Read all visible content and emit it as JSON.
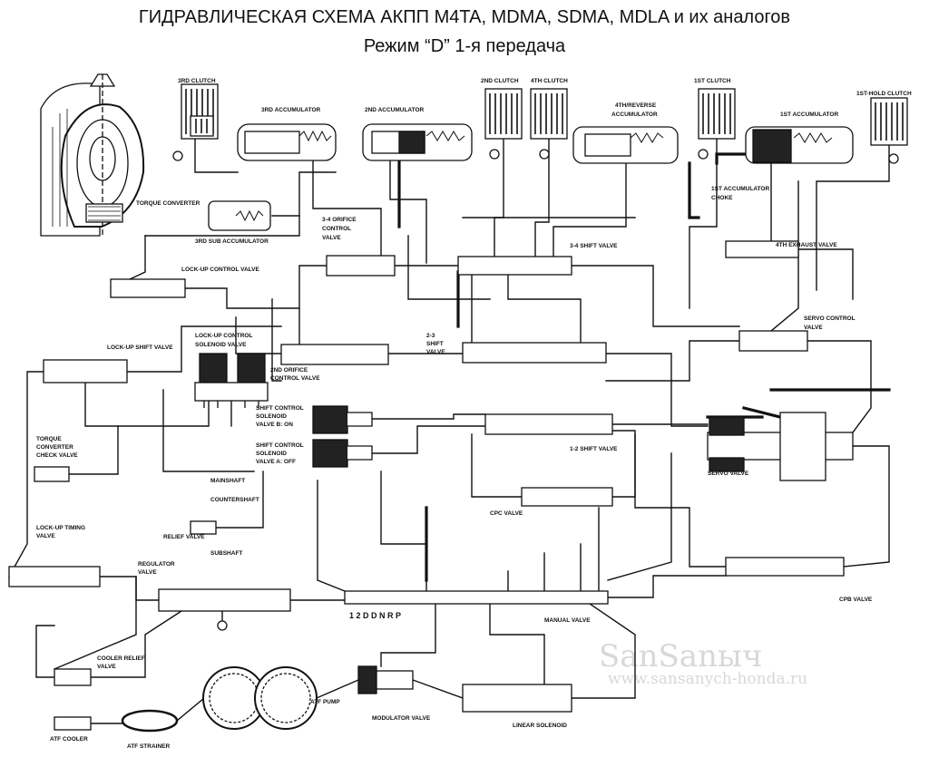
{
  "header": {
    "title": "ГИДРАВЛИЧЕСКАЯ СХЕМА АКПП M4TA, MDMA, SDMA, MDLA и их аналогов",
    "subtitle": "Режим “D”  1-я передача"
  },
  "labels": {
    "c3rd_clutch": "3RD CLUTCH",
    "c3rd_acc": "3RD ACCUMULATOR",
    "c2nd_acc": "2ND ACCUMULATOR",
    "c2nd_clutch": "2ND CLUTCH",
    "c4th_clutch": "4TH CLUTCH",
    "c4th_rev_acc_1": "4TH/REVERSE",
    "c4th_rev_acc_2": "ACCUMULATOR",
    "c1st_clutch": "1ST CLUTCH",
    "c1st_acc": "1ST ACCUMULATOR",
    "c1st_hold": "1ST-HOLD CLUTCH",
    "torque_conv": "TORQUE CONVERTER",
    "sub_acc": "3RD SUB ACCUMULATOR",
    "choke_1": "1ST ACCUMULATOR",
    "choke_2": "CHOKE",
    "orifice34_1": "3-4 ORIFICE",
    "orifice34_2": "CONTROL",
    "orifice34_3": "VALVE",
    "shift34": "3-4 SHIFT VALVE",
    "exhaust4": "4TH EXHAUST VALVE",
    "lockup_ctrl": "LOCK-UP CONTROL VALVE",
    "servo_ctrl_1": "SERVO CONTROL",
    "servo_ctrl_2": "VALVE",
    "lockup_sol_1": "LOCK-UP CONTROL",
    "lockup_sol_2": "SOLENOID VALVE",
    "lockup_shift": "LOCK-UP SHIFT VALVE",
    "orifice2_1": "2ND ORIFICE",
    "orifice2_2": "CONTROL VALVE",
    "shift23_1": "2-3",
    "shift23_2": "SHIFT",
    "shift23_3": "VALVE",
    "scsB_1": "SHIFT CONTROL",
    "scsB_2": "SOLENOID",
    "scsB_3": "VALVE B: ON",
    "scsA_1": "SHIFT CONTROL",
    "scsA_2": "SOLENOID",
    "scsA_3": "VALVE A: OFF",
    "shift12": "1-2 SHIFT VALVE",
    "servo_valve": "SERVO VALVE",
    "tc_check_1": "TORQUE",
    "tc_check_2": "CONVERTER",
    "tc_check_3": "CHECK VALVE",
    "mainshaft": "MAINSHAFT",
    "countershaft": "COUNTERSHAFT",
    "cpc": "CPC VALVE",
    "relief": "RELIEF VALVE",
    "subshaft": "SUBSHAFT",
    "timing_1": "LOCK-UP TIMING",
    "timing_2": "VALVE",
    "regulator_1": "REGULATOR",
    "regulator_2": "VALVE",
    "cpb": "CPB VALVE",
    "manual": "MANUAL VALVE",
    "cooler_relief_1": "COOLER RELIEF",
    "cooler_relief_2": "VALVE",
    "atf_pump": "ATF PUMP",
    "modulator": "MODULATOR VALVE",
    "linear_sol": "LINEAR SOLENOID",
    "atf_cooler": "ATF COOLER",
    "atf_strainer": "ATF STRAINER",
    "positions": "1 2 D D N R  P"
  },
  "watermark": {
    "brand": "SanSanыч",
    "url": "www.sansanych-honda.ru"
  }
}
